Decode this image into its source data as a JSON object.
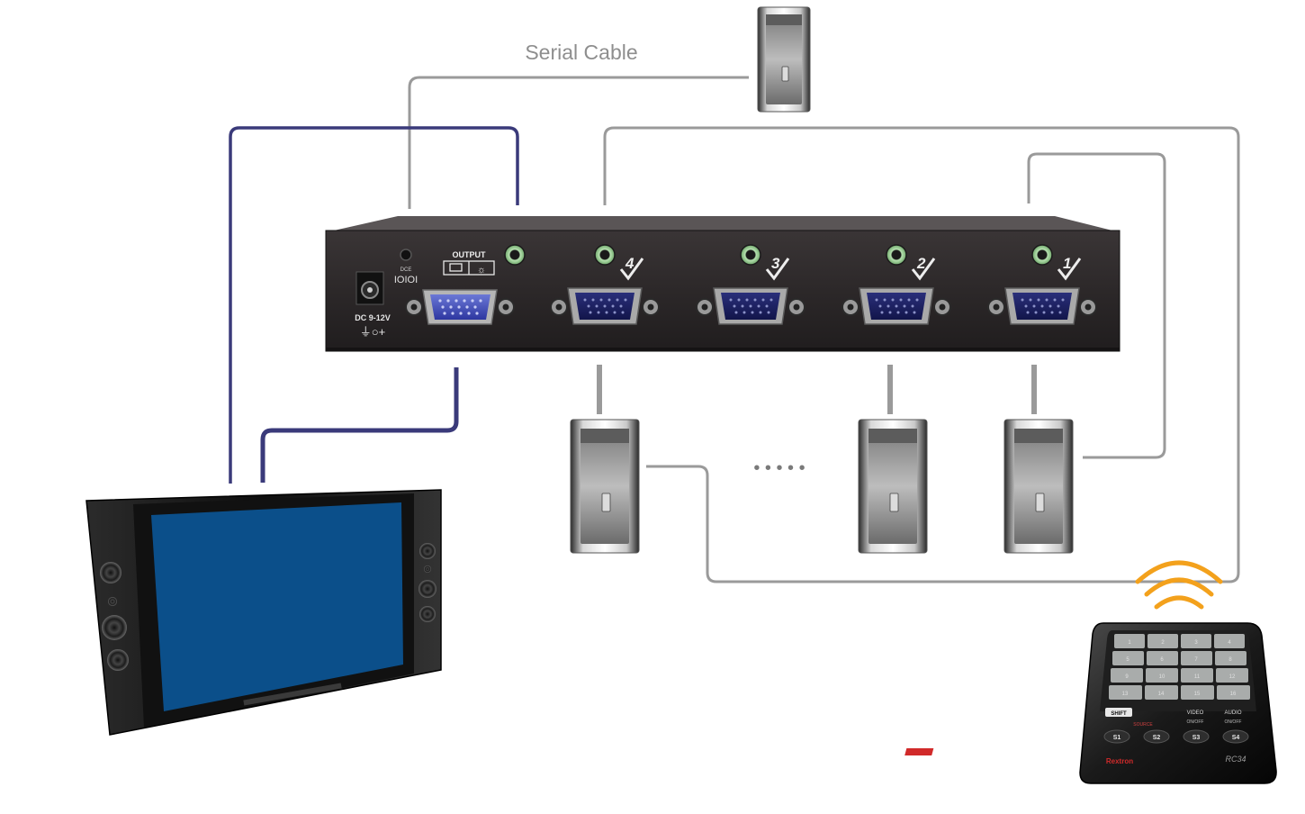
{
  "diagram": {
    "serial_cable_label": "Serial Cable",
    "output_label": "OUTPUT",
    "dce_label": "DCE",
    "dce_symbol": "IOIOI",
    "power_label": "DC 9-12V",
    "port_numbers": [
      "4",
      "3",
      "2",
      "1"
    ],
    "ellipsis": "• • • • •"
  },
  "remote": {
    "keypad_labels": [
      "1",
      "2",
      "3",
      "4",
      "5",
      "6",
      "7",
      "8",
      "9",
      "10",
      "11",
      "12",
      "13",
      "14",
      "15",
      "16"
    ],
    "shift_label": "SHIFT",
    "video_label": "VIDEO",
    "audio_label": "AUDIO",
    "source_label": "SOURCE",
    "onoff_label": "ON/OFF",
    "source_buttons": [
      "S1",
      "S2",
      "S3",
      "S4"
    ],
    "brand": "Rextron",
    "model": "RC34"
  },
  "colors": {
    "kvm_cable": "#3a3a7a",
    "generic_cable": "#9a9a9a",
    "signal_waves": "#f3a11c",
    "monitor_screen": "#0b4f8a",
    "switch_body": "#2f2b2b"
  }
}
